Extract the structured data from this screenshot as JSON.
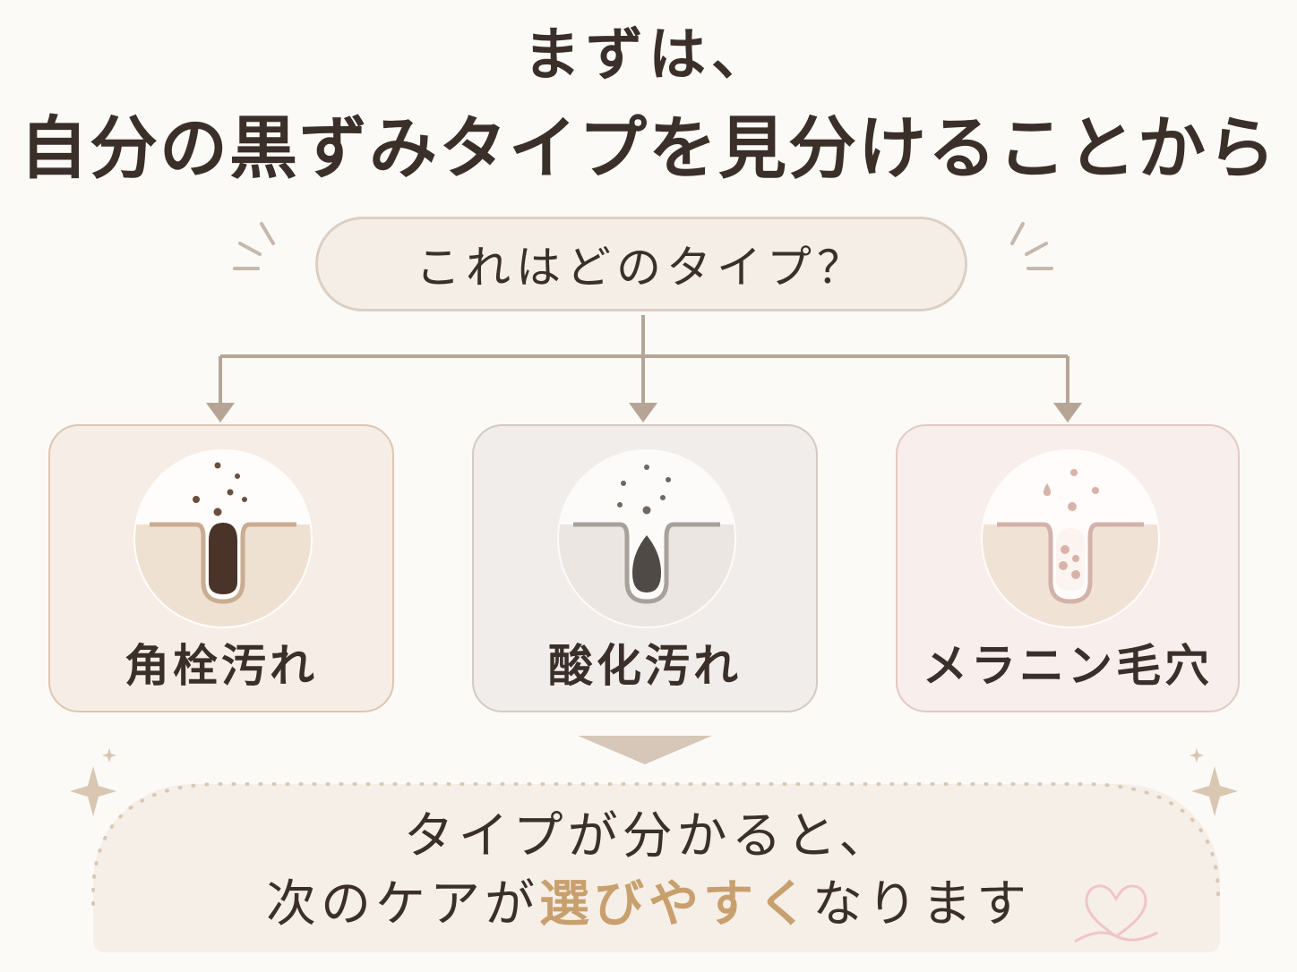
{
  "title": {
    "line1": "まずは、",
    "line2": "自分の黒ずみタイプを見分けることから"
  },
  "question": "これはどのタイプ？",
  "types": [
    {
      "label": "角栓汚れ",
      "icon": "clogged-pore-icon"
    },
    {
      "label": "酸化汚れ",
      "icon": "oxidized-pore-icon"
    },
    {
      "label": "メラニン毛穴",
      "icon": "melanin-pore-icon"
    }
  ],
  "result": {
    "line1": "タイプが分かると、",
    "line2_before": "次のケアが",
    "line2_highlight": "選びやすく",
    "line2_after": "なります"
  },
  "colors": {
    "background": "#fbfaf7",
    "text": "#3b2f2a",
    "connector": "#b6a596",
    "accent": "#c8a06e",
    "heart": "#f0c4c8"
  }
}
